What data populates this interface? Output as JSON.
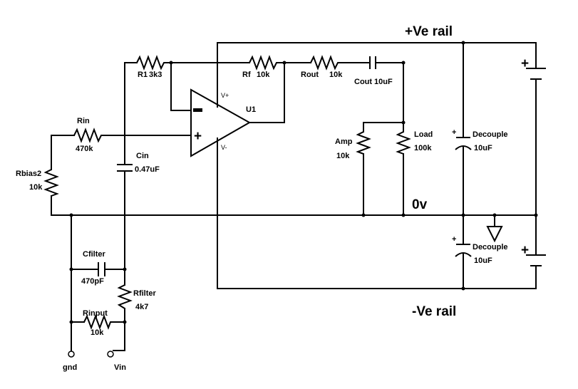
{
  "rails": {
    "positive": "+Ve rail",
    "ground": "0v",
    "negative": "-Ve rail"
  },
  "opamp": {
    "ref": "U1",
    "vplus": "V+",
    "vminus": "V-",
    "inv_sign": "−",
    "noninv_sign": "+"
  },
  "components": {
    "r1": {
      "name": "R1",
      "value": "3k3"
    },
    "rf": {
      "name": "Rf",
      "value": "10k"
    },
    "rout": {
      "name": "Rout",
      "value": "10k"
    },
    "cout": {
      "name": "Cout",
      "value": "10uF"
    },
    "rin": {
      "name": "Rin",
      "value": "470k"
    },
    "rbias2": {
      "name": "Rbias2",
      "value": "10k"
    },
    "cin": {
      "name": "Cin",
      "value": "0.47uF"
    },
    "amp": {
      "name": "Amp",
      "value": "10k"
    },
    "load": {
      "name": "Load",
      "value": "100k"
    },
    "decouple1": {
      "name": "Decouple",
      "value": "10uF"
    },
    "decouple2": {
      "name": "Decouple",
      "value": "10uF"
    },
    "cfilter": {
      "name": "Cfilter",
      "value": "470pF"
    },
    "rfilter": {
      "name": "Rfilter",
      "value": "4k7"
    },
    "rinput": {
      "name": "Rinput",
      "value": "10k"
    }
  },
  "terminals": {
    "gnd": "gnd",
    "vin": "Vin"
  },
  "polarity": {
    "plus": "+"
  }
}
